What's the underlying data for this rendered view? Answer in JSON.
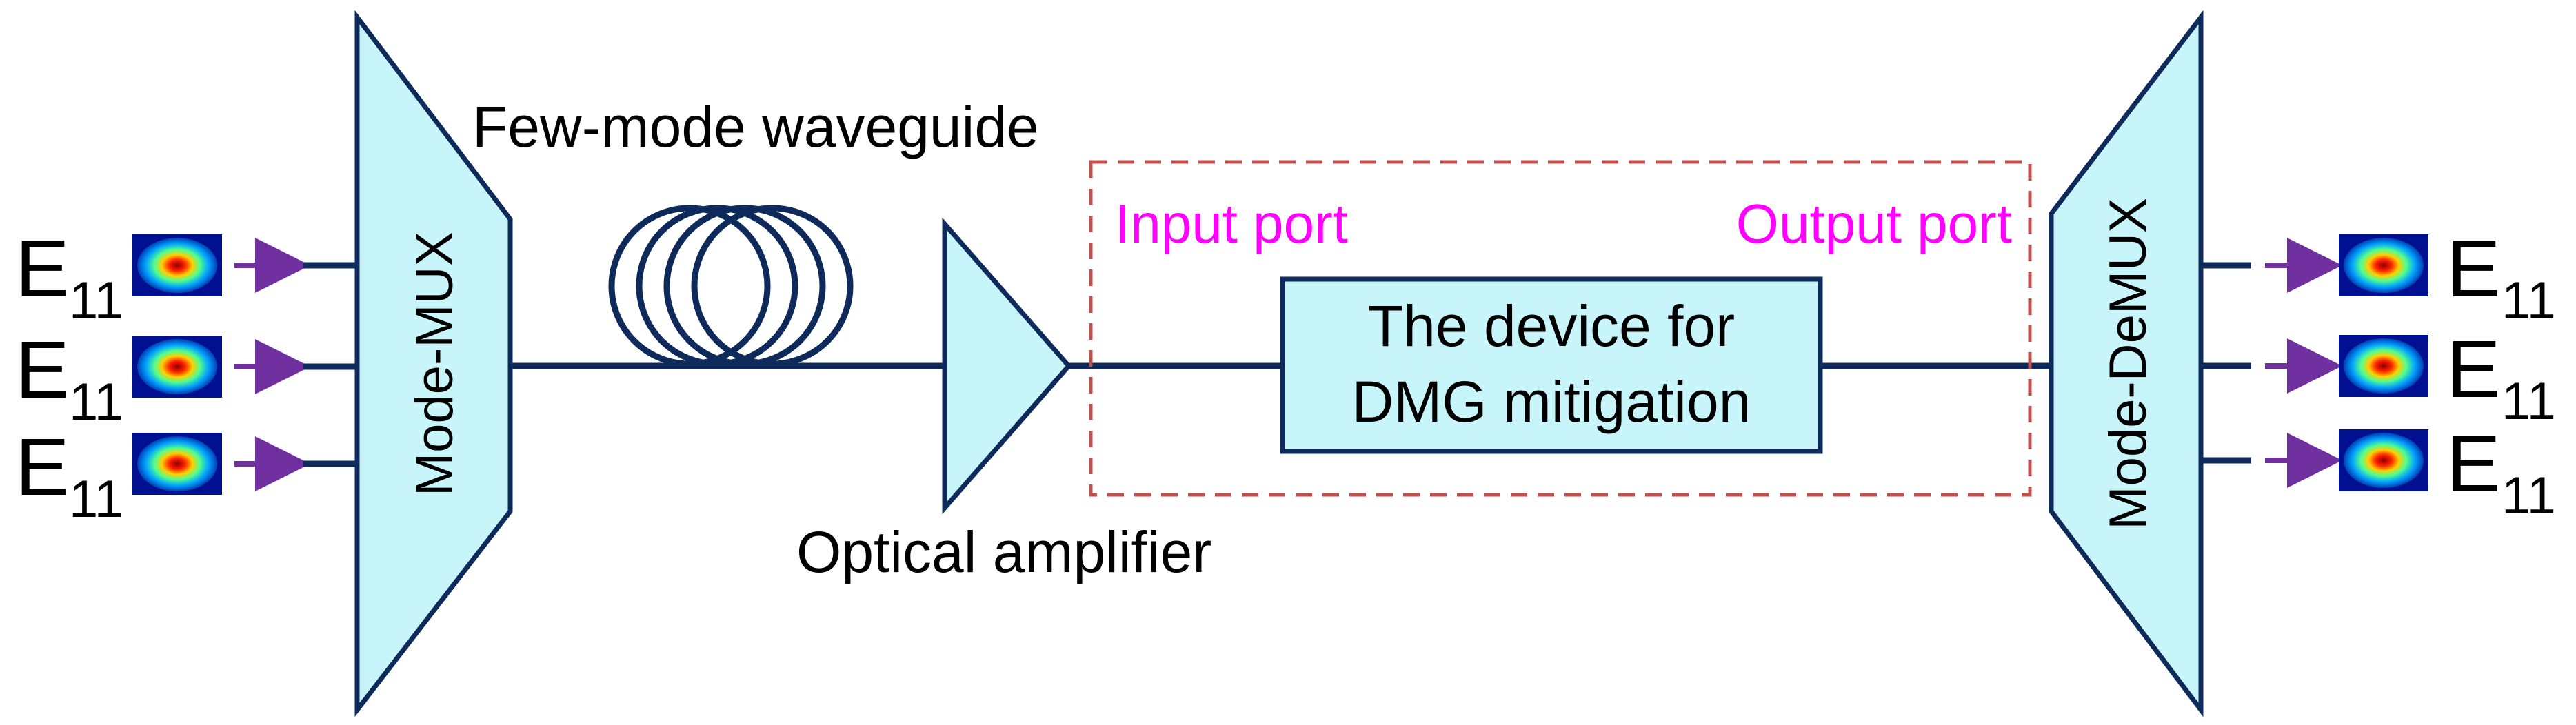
{
  "labels": {
    "waveguide": "Few-mode waveguide",
    "amplifier": "Optical amplifier",
    "input_port": "Input port",
    "output_port": "Output port",
    "device_line1": "The device for",
    "device_line2": "DMG mitigation",
    "mux": "Mode-MUX",
    "demux": "Mode-DeMUX"
  },
  "inputs": [
    {
      "main": "E",
      "sub": "11"
    },
    {
      "main": "E",
      "sub": "11"
    },
    {
      "main": "E",
      "sub": "11"
    }
  ],
  "outputs": [
    {
      "main": "E",
      "sub": "11"
    },
    {
      "main": "E",
      "sub": "11"
    },
    {
      "main": "E",
      "sub": "11"
    }
  ],
  "colors": {
    "line": "#0d2a5a",
    "fill": "#c8f5f9",
    "port_text": "#ff00ff",
    "dashed_box": "#c0504d",
    "arrow": "#7030a0",
    "mode_bg": "#001090"
  },
  "icons": {
    "mode_profile": "gaussian-mode-icon",
    "fiber_coil": "fiber-coil-icon"
  }
}
